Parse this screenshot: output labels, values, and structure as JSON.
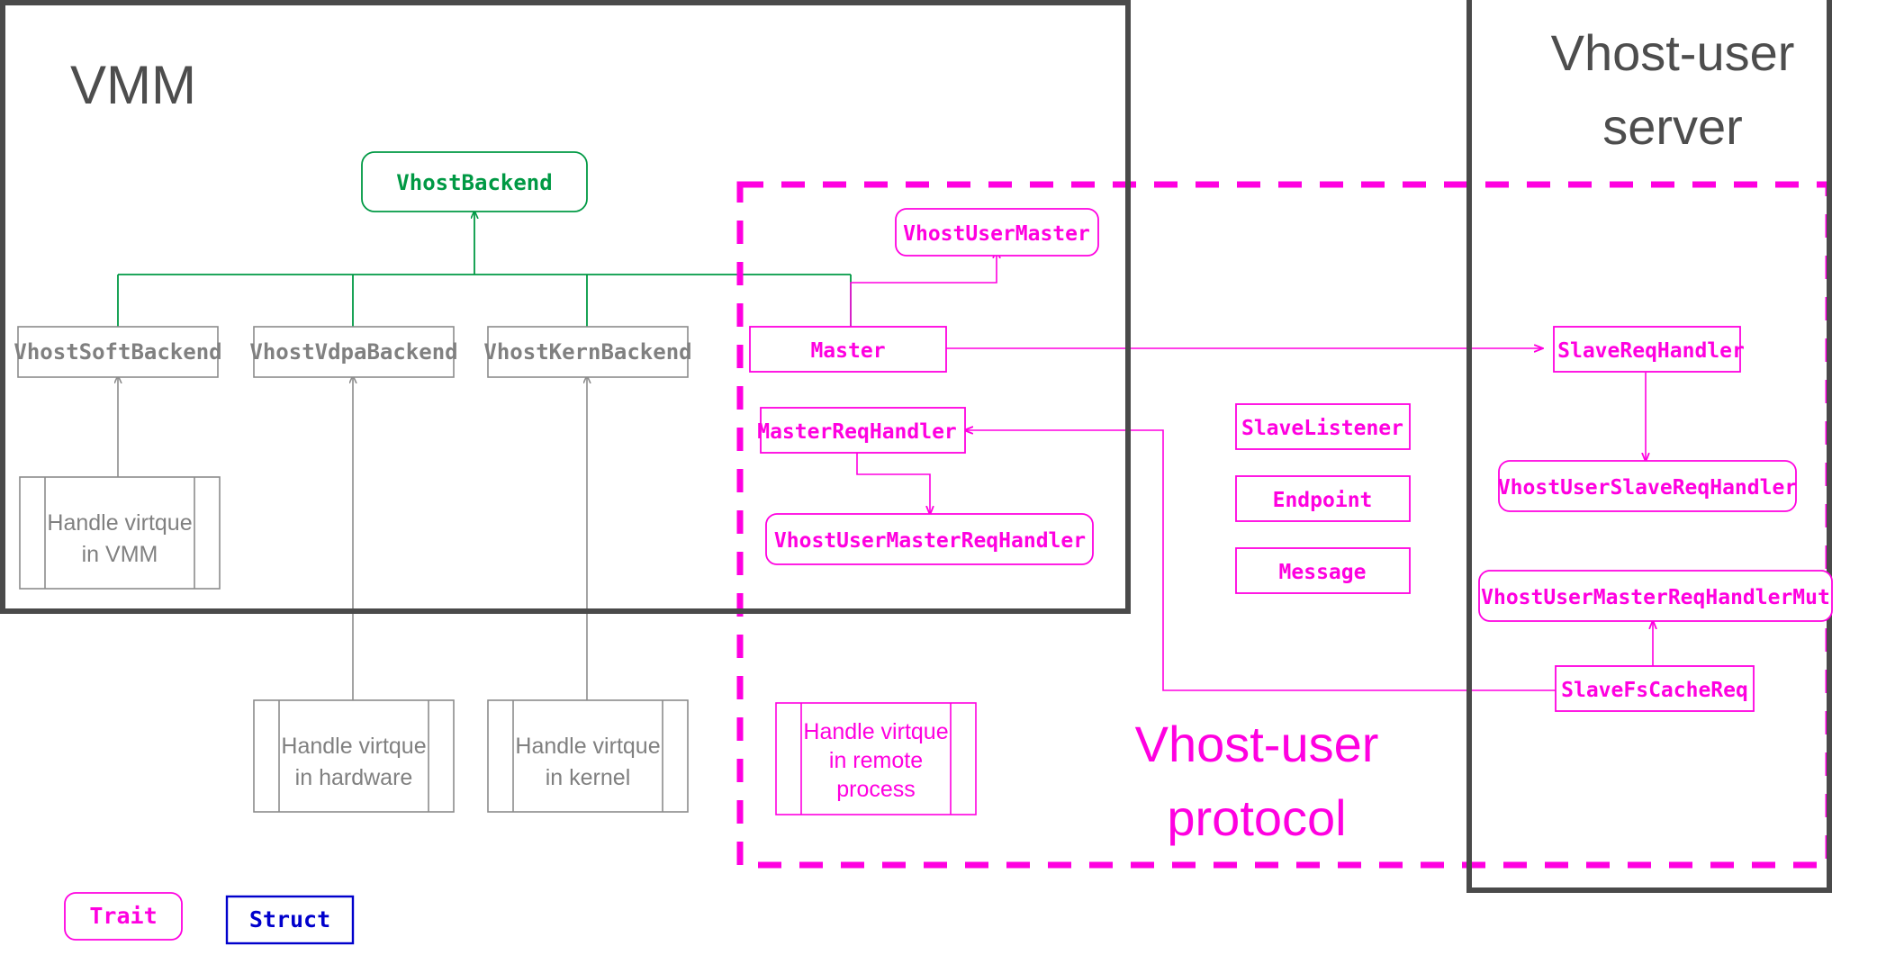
{
  "colors": {
    "panel_border": "#4a4a4a",
    "magenta": "#ff00e0",
    "green": "#009944",
    "gray_box": "#8c8c8c",
    "gray_text": "#808080",
    "navy": "#0000cc",
    "title_gray": "#4d4d4d",
    "background": "#ffffff"
  },
  "panels": {
    "vmm": {
      "title": "VMM"
    },
    "server": {
      "title_line1": "Vhost-user",
      "title_line2": "server"
    },
    "protocol": {
      "title_line1": "Vhost-user",
      "title_line2": "protocol"
    }
  },
  "vmm": {
    "trait_box": {
      "label": "VhostBackend"
    },
    "backends": [
      {
        "label": "VhostSoftBackend"
      },
      {
        "label": "VhostVdpaBackend"
      },
      {
        "label": "VhostKernBackend"
      }
    ],
    "process_boxes": [
      {
        "line1": "Handle virtque",
        "line2": "in VMM"
      },
      {
        "line1": "Handle virtque",
        "line2": "in hardware"
      },
      {
        "line1": "Handle virtque",
        "line2": "in kernel"
      }
    ]
  },
  "protocol": {
    "boxes": [
      {
        "label": "VhostUserMaster",
        "kind": "trait"
      },
      {
        "label": "Master",
        "kind": "struct"
      },
      {
        "label": "MasterReqHandler",
        "kind": "struct"
      },
      {
        "label": "VhostUserMasterReqHandler",
        "kind": "trait"
      },
      {
        "label": "SlaveListener",
        "kind": "struct"
      },
      {
        "label": "Endpoint",
        "kind": "struct"
      },
      {
        "label": "Message",
        "kind": "struct"
      }
    ],
    "process_box": {
      "line1": "Handle virtque",
      "line2": "in remote",
      "line3": "process"
    }
  },
  "server": {
    "boxes": [
      {
        "label": "SlaveReqHandler",
        "kind": "struct"
      },
      {
        "label": "VhostUserSlaveReqHandler",
        "kind": "trait"
      },
      {
        "label": "VhostUserMasterReqHandlerMut",
        "kind": "trait"
      },
      {
        "label": "SlaveFsCacheReq",
        "kind": "struct"
      }
    ]
  },
  "legend": {
    "items": [
      {
        "label": "Trait",
        "kind": "trait"
      },
      {
        "label": "Struct",
        "kind": "struct"
      }
    ]
  }
}
